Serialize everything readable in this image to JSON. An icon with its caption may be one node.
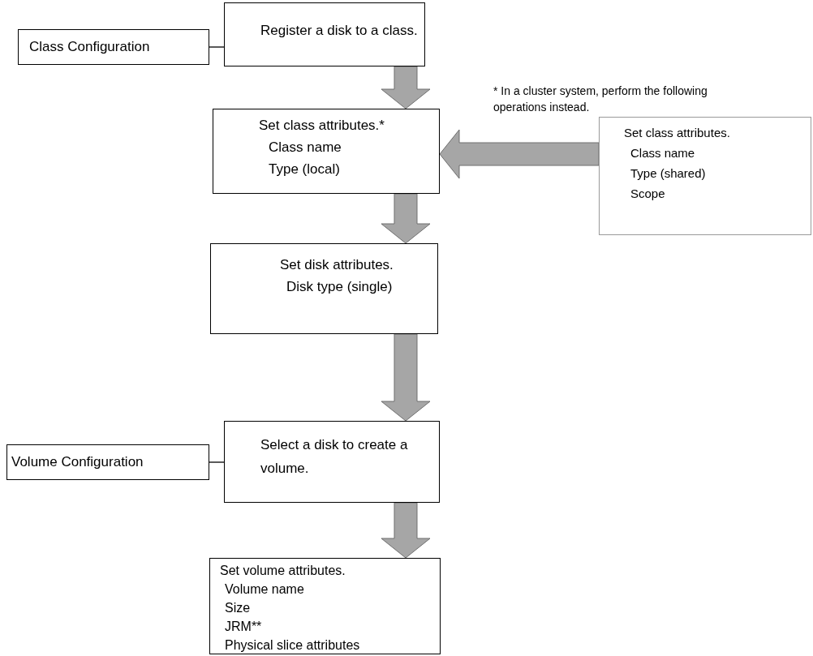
{
  "diagram": {
    "nodes": [
      {
        "text": [
          "Class Configuration"
        ]
      },
      {
        "text": [
          "Register a disk to a class."
        ]
      },
      {
        "text": [
          "Set class attributes.*",
          "Class name",
          "Type (local)"
        ]
      },
      {
        "text": [
          "Set class attributes.",
          "Class name",
          "Type (shared)",
          "Scope"
        ]
      },
      {
        "text": [
          "Set disk attributes.",
          "Disk type (single)"
        ]
      },
      {
        "text": [
          "Volume Configuration"
        ]
      },
      {
        "text": [
          "Select a disk to create a volume."
        ]
      },
      {
        "text": [
          "Set volume attributes.",
          "Volume name",
          "Size",
          "JRM**",
          "Physical slice attributes"
        ]
      }
    ],
    "edges": [
      {
        "from": 0,
        "to": 1,
        "arrow": "none"
      },
      {
        "from": 1,
        "to": 2,
        "arrow": "to",
        "style": "thick",
        "color": "#a6a6a6"
      },
      {
        "from": 3,
        "to": 2,
        "arrow": "to",
        "style": "thick",
        "color": "#a6a6a6"
      },
      {
        "from": 2,
        "to": 4,
        "arrow": "to",
        "style": "thick",
        "color": "#a6a6a6"
      },
      {
        "from": 4,
        "to": 6,
        "arrow": "to",
        "style": "thick",
        "color": "#a6a6a6"
      },
      {
        "from": 5,
        "to": 6,
        "arrow": "none"
      },
      {
        "from": 6,
        "to": 7,
        "arrow": "to",
        "style": "thick",
        "color": "#a6a6a6"
      }
    ],
    "labels": [
      "* In a cluster system, perform the following operations instead."
    ]
  }
}
